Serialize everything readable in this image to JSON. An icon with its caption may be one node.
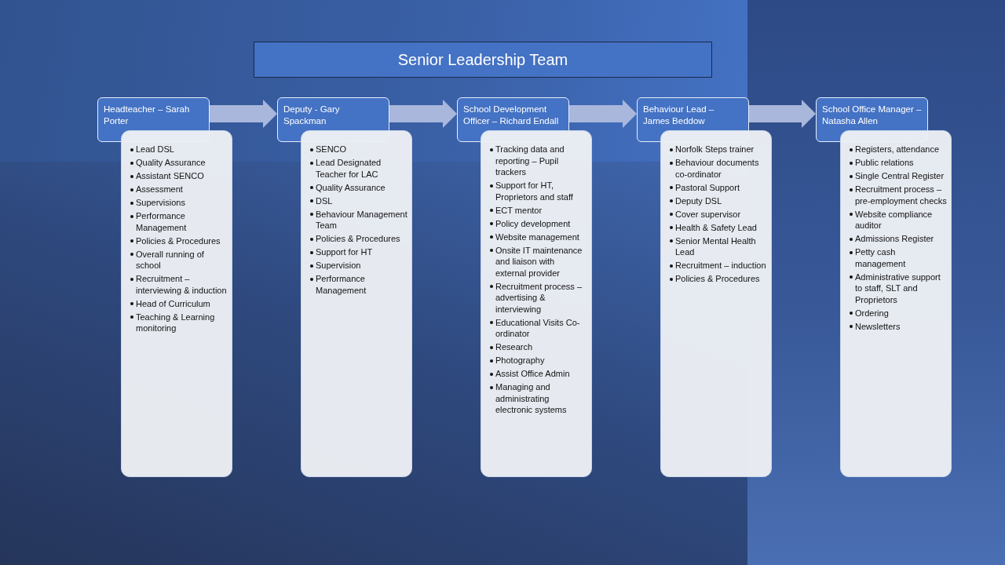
{
  "diagram": {
    "title": "Senior Leadership Team",
    "nodes": [
      {
        "text": [
          "Headteacher – Sarah Porter"
        ]
      },
      {
        "text": [
          "Lead DSL",
          "Quality Assurance",
          "Assistant SENCO",
          "Assessment",
          "Supervisions",
          "Performance Management",
          "Policies & Procedures",
          "Overall running of school",
          "Recruitment – interviewing & induction",
          "Head of Curriculum",
          "Teaching & Learning monitoring"
        ]
      },
      {
        "text": [
          "Deputy - Gary Spackman"
        ]
      },
      {
        "text": [
          "SENCO",
          "Lead Designated Teacher for LAC",
          "Quality Assurance",
          "DSL",
          "Behaviour Management Team",
          "Policies & Procedures",
          "Support for HT",
          "Supervision",
          "Performance Management"
        ]
      },
      {
        "text": [
          "School Development Officer – Richard Endall"
        ]
      },
      {
        "text": [
          "Tracking data and reporting – Pupil trackers",
          "Support for HT, Proprietors and staff",
          "ECT mentor",
          "Policy development",
          "Website management",
          "Onsite IT maintenance and liaison with external provider",
          "Recruitment process – advertising & interviewing",
          "Educational Visits Co-ordinator",
          "Research",
          "Photography",
          "Assist Office Admin",
          "Managing and administrating electronic systems"
        ]
      },
      {
        "text": [
          "Behaviour Lead – James Beddow"
        ]
      },
      {
        "text": [
          "Norfolk Steps trainer",
          "Behaviour documents co-ordinator",
          "Pastoral Support",
          "Deputy DSL",
          "Cover supervisor",
          "Health & Safety Lead",
          "Senior Mental Health Lead",
          "Recruitment – induction",
          "Policies & Procedures"
        ]
      },
      {
        "text": [
          "School Office Manager – Natasha Allen"
        ]
      },
      {
        "text": [
          "Registers, attendance",
          "Public relations",
          "Single Central Register",
          "Recruitment process – pre-employment checks",
          "Website compliance auditor",
          "Admissions Register",
          "Petty cash management",
          "Administrative support to staff, SLT and Proprietors",
          "Ordering",
          "Newsletters"
        ]
      }
    ],
    "edges": [
      {
        "from": 0,
        "to": 2,
        "arrow": "to"
      },
      {
        "from": 2,
        "to": 4,
        "arrow": "to"
      },
      {
        "from": 4,
        "to": 6,
        "arrow": "to"
      },
      {
        "from": 6,
        "to": 8,
        "arrow": "to"
      }
    ]
  }
}
